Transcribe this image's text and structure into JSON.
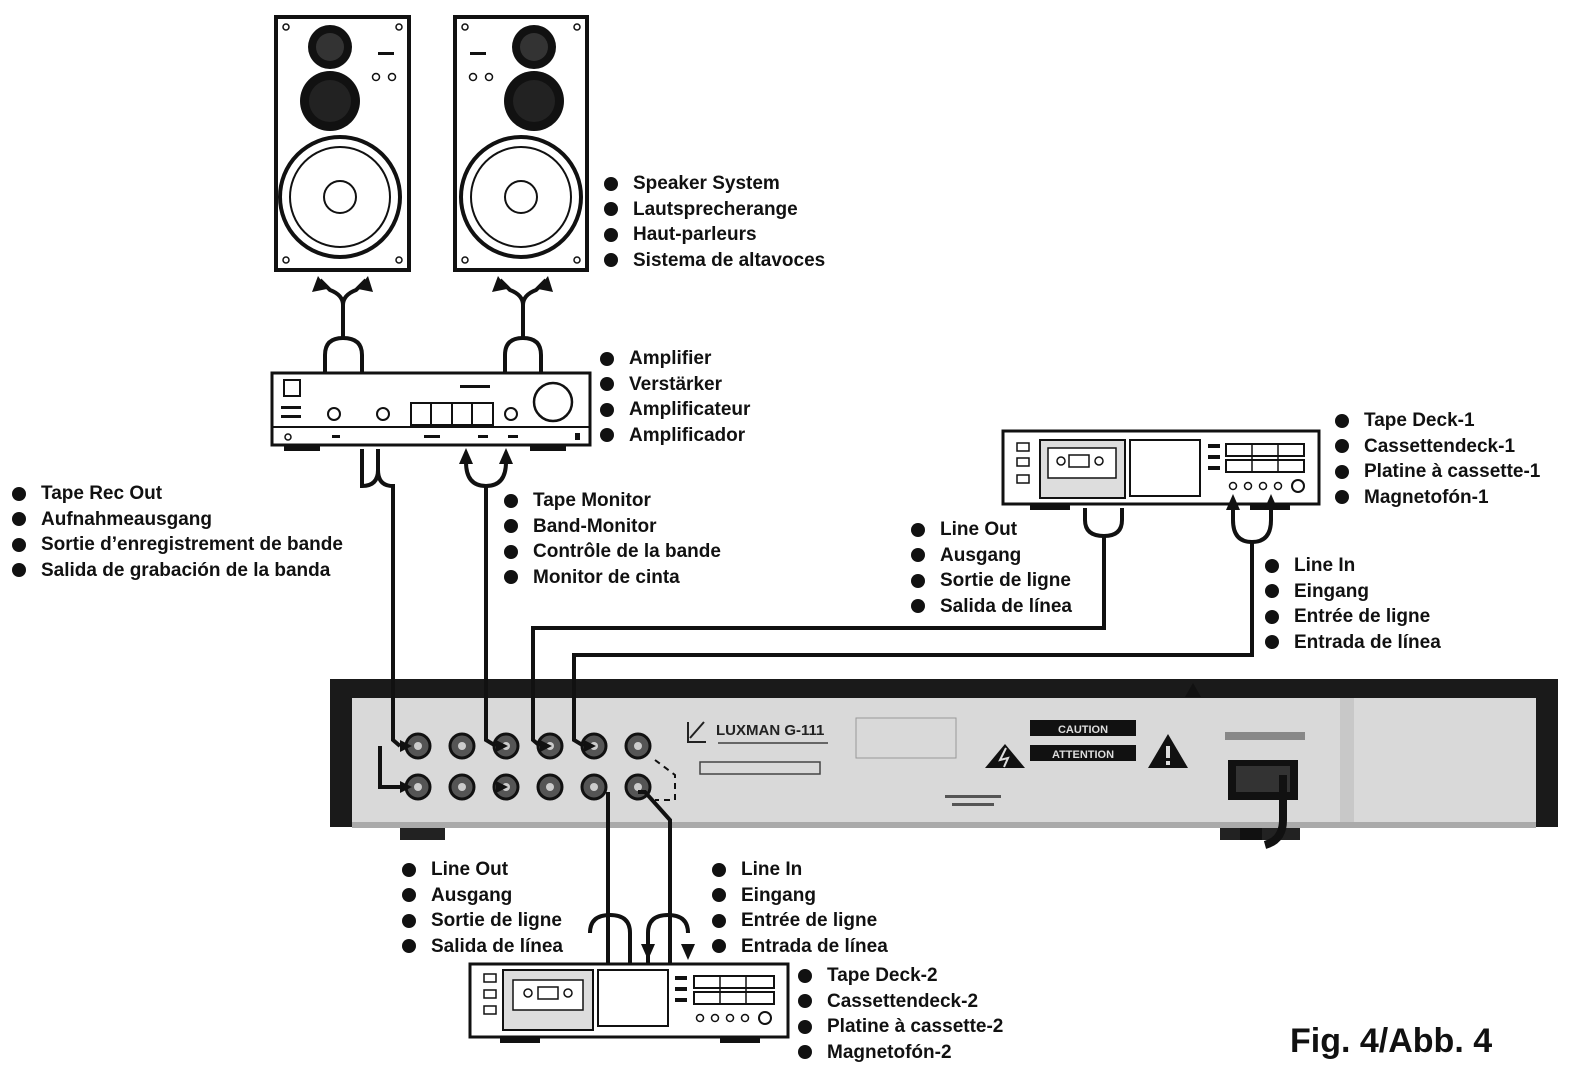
{
  "figure_caption": "Fig. 4/Abb. 4",
  "colors": {
    "ink": "#111111",
    "panel": "#d9d9d9",
    "panel_dark": "#1a1a1a",
    "paper": "#ffffff"
  },
  "labels": {
    "speaker": [
      "Speaker System",
      "Lautsprecherange",
      "Haut-parleurs",
      "Sistema de altavoces"
    ],
    "amplifier": [
      "Amplifier",
      "Verstärker",
      "Amplificateur",
      "Amplificador"
    ],
    "tape_deck_1": [
      "Tape Deck-1",
      "Cassettendeck-1",
      "Platine à cassette-1",
      "Magnetofón-1"
    ],
    "tape_rec_out": [
      "Tape Rec Out",
      "Aufnahmeausgang",
      "Sortie d’enregistrement de bande",
      "Salida de grabación de la banda"
    ],
    "tape_monitor": [
      "Tape Monitor",
      "Band-Monitor",
      "Contrôle de la bande",
      "Monitor de cinta"
    ],
    "line_out_deck1": [
      "Line Out",
      "Ausgang",
      "Sortie de ligne",
      "Salida de línea"
    ],
    "line_in_deck1": [
      "Line In",
      "Eingang",
      "Entrée de ligne",
      "Entrada de línea"
    ],
    "line_out_deck2": [
      "Line Out",
      "Ausgang",
      "Sortie de ligne",
      "Salida de línea"
    ],
    "line_in_deck2": [
      "Line In",
      "Eingang",
      "Entrée de ligne",
      "Entrada de línea"
    ],
    "tape_deck_2": [
      "Tape Deck-2",
      "Cassettendeck-2",
      "Platine à cassette-2",
      "Magnetofón-2"
    ]
  },
  "equalizer_panel": {
    "brand": "LUXMAN G-111",
    "caution": "CAUTION",
    "attention": "ATTENTION"
  }
}
